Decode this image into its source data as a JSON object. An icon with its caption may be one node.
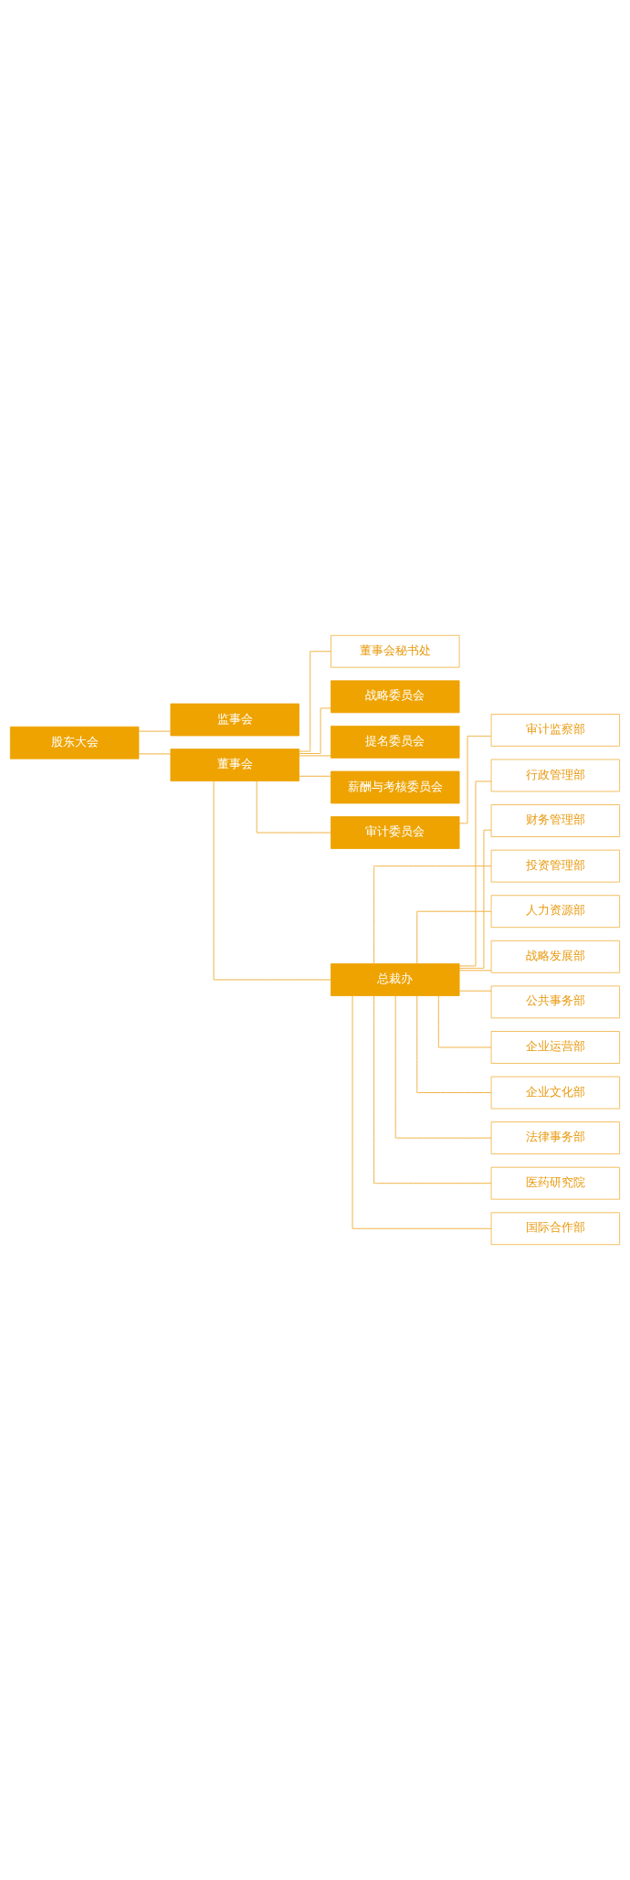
{
  "diagram": {
    "nodes": [
      {
        "text": [
          "股东大会"
        ]
      },
      {
        "text": [
          "监事会"
        ]
      },
      {
        "text": [
          "董事会"
        ]
      },
      {
        "text": [
          "董事会秘书处"
        ]
      },
      {
        "text": [
          "战略委员会"
        ]
      },
      {
        "text": [
          "提名委员会"
        ]
      },
      {
        "text": [
          "薪酬与考核委员会"
        ]
      },
      {
        "text": [
          "审计委员会"
        ]
      },
      {
        "text": [
          "审计监察部"
        ]
      },
      {
        "text": [
          "总裁办"
        ]
      },
      {
        "text": [
          "行政管理部"
        ]
      },
      {
        "text": [
          "财务管理部"
        ]
      },
      {
        "text": [
          "投资管理部"
        ]
      },
      {
        "text": [
          "人力资源部"
        ]
      },
      {
        "text": [
          "战略发展部"
        ]
      },
      {
        "text": [
          "公共事务部"
        ]
      },
      {
        "text": [
          "企业运营部"
        ]
      },
      {
        "text": [
          "企业文化部"
        ]
      },
      {
        "text": [
          "法律事务部"
        ]
      },
      {
        "text": [
          "医药研究院"
        ]
      },
      {
        "text": [
          "国际合作部"
        ]
      }
    ],
    "edges": [
      {
        "from": 0,
        "to": 1,
        "arrow": "none"
      },
      {
        "from": 0,
        "to": 2,
        "arrow": "none"
      },
      {
        "from": 2,
        "to": 3,
        "arrow": "none"
      },
      {
        "from": 2,
        "to": 4,
        "arrow": "none"
      },
      {
        "from": 2,
        "to": 5,
        "arrow": "none"
      },
      {
        "from": 2,
        "to": 6,
        "arrow": "none"
      },
      {
        "from": 2,
        "to": 7,
        "arrow": "none"
      },
      {
        "from": 2,
        "to": 9,
        "arrow": "none"
      },
      {
        "from": 7,
        "to": 8,
        "arrow": "none"
      },
      {
        "from": 9,
        "to": 10,
        "arrow": "none"
      },
      {
        "from": 9,
        "to": 11,
        "arrow": "none"
      },
      {
        "from": 9,
        "to": 12,
        "arrow": "none"
      },
      {
        "from": 9,
        "to": 13,
        "arrow": "none"
      },
      {
        "from": 9,
        "to": 14,
        "arrow": "none"
      },
      {
        "from": 9,
        "to": 15,
        "arrow": "none"
      },
      {
        "from": 9,
        "to": 16,
        "arrow": "none"
      },
      {
        "from": 9,
        "to": 17,
        "arrow": "none"
      },
      {
        "from": 9,
        "to": 18,
        "arrow": "none"
      },
      {
        "from": 9,
        "to": 19,
        "arrow": "none"
      },
      {
        "from": 9,
        "to": 20,
        "arrow": "none"
      }
    ]
  }
}
